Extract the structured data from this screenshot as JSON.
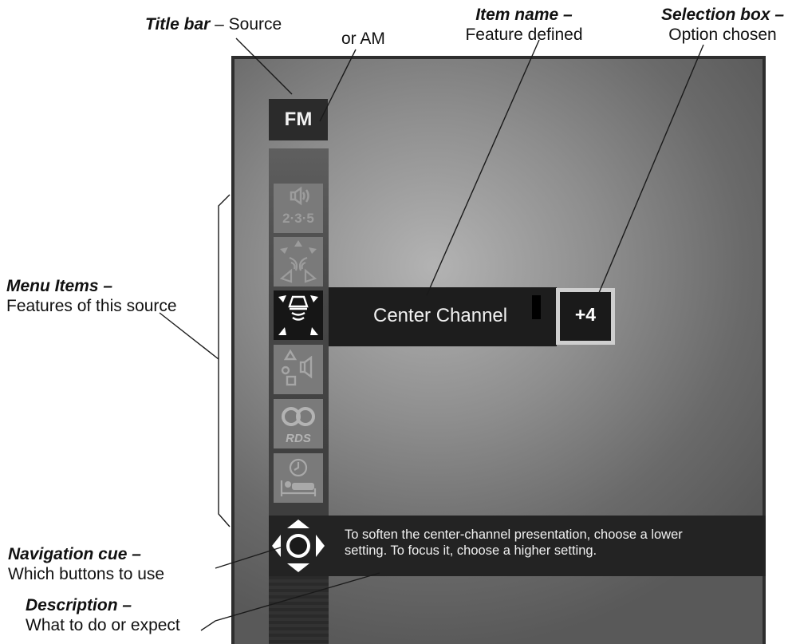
{
  "callouts": {
    "title_bar": {
      "title": "Title bar",
      "desc": " – Source"
    },
    "or_am": "or AM",
    "item_name": {
      "title": "Item name –",
      "desc": "Feature defined"
    },
    "selection_box": {
      "title": "Selection box –",
      "desc": "Option chosen"
    },
    "menu_items": {
      "title": "Menu Items –",
      "desc": "Features of this source"
    },
    "navigation_cue": {
      "title": "Navigation cue –",
      "desc": "Which buttons to use"
    },
    "description": {
      "title": "Description –",
      "desc": "What to do or expect"
    }
  },
  "screen": {
    "title_bar": "FM",
    "menu_items": [
      {
        "icon": "speaker-235-icon",
        "label": "2·3·5"
      },
      {
        "icon": "surround-speakers-icon",
        "label": ""
      },
      {
        "icon": "center-channel-icon",
        "label": "",
        "active": true
      },
      {
        "icon": "speaker-shapes-icon",
        "label": ""
      },
      {
        "icon": "rds-icon",
        "label": "RDS"
      },
      {
        "icon": "sleep-timer-icon",
        "label": ""
      }
    ],
    "item_name": "Center Channel",
    "selection_value": "+4",
    "description": "To soften the center-channel presentation, choose a lower setting. To focus it, choose a higher setting."
  },
  "colors": {
    "screen_bg": "#8e8e8e",
    "panel_dark": "#1d1d1d",
    "selection_border": "#cfcfcf",
    "icon_inactive": "#7a7a7a"
  }
}
